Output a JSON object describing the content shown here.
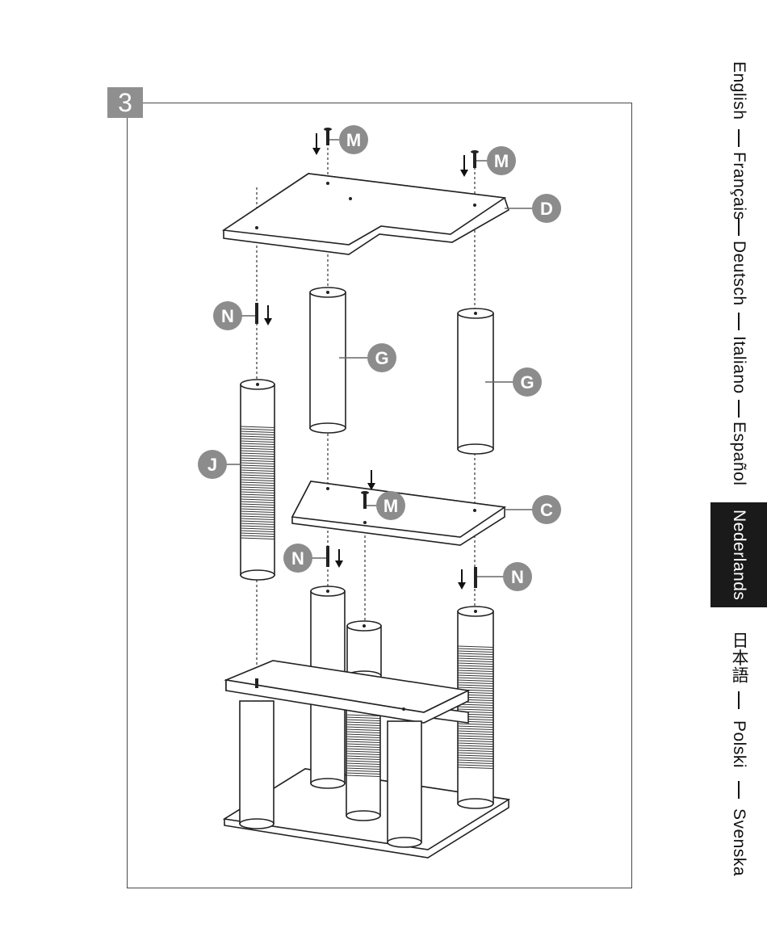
{
  "step": {
    "number": "3"
  },
  "language_tabs": [
    {
      "label": "English",
      "active": false
    },
    {
      "label": "Français",
      "active": false
    },
    {
      "label": "Deutsch",
      "active": false
    },
    {
      "label": "Italiano",
      "active": false
    },
    {
      "label": "Español",
      "active": false
    },
    {
      "label": "Nederlands",
      "active": true
    },
    {
      "label": "日本語",
      "active": false
    },
    {
      "label": "Polski",
      "active": false
    },
    {
      "label": "Svenska",
      "active": false
    }
  ],
  "part_labels": {
    "m1": "M",
    "m2": "M",
    "m3": "M",
    "d": "D",
    "c": "C",
    "g1": "G",
    "g2": "G",
    "j": "J",
    "n1": "N",
    "n2": "N",
    "n3": "N"
  },
  "colors": {
    "label_fill": "#8c8c8c",
    "active_tab": "#1a1a1a",
    "step_badge": "#8f8f8f"
  }
}
